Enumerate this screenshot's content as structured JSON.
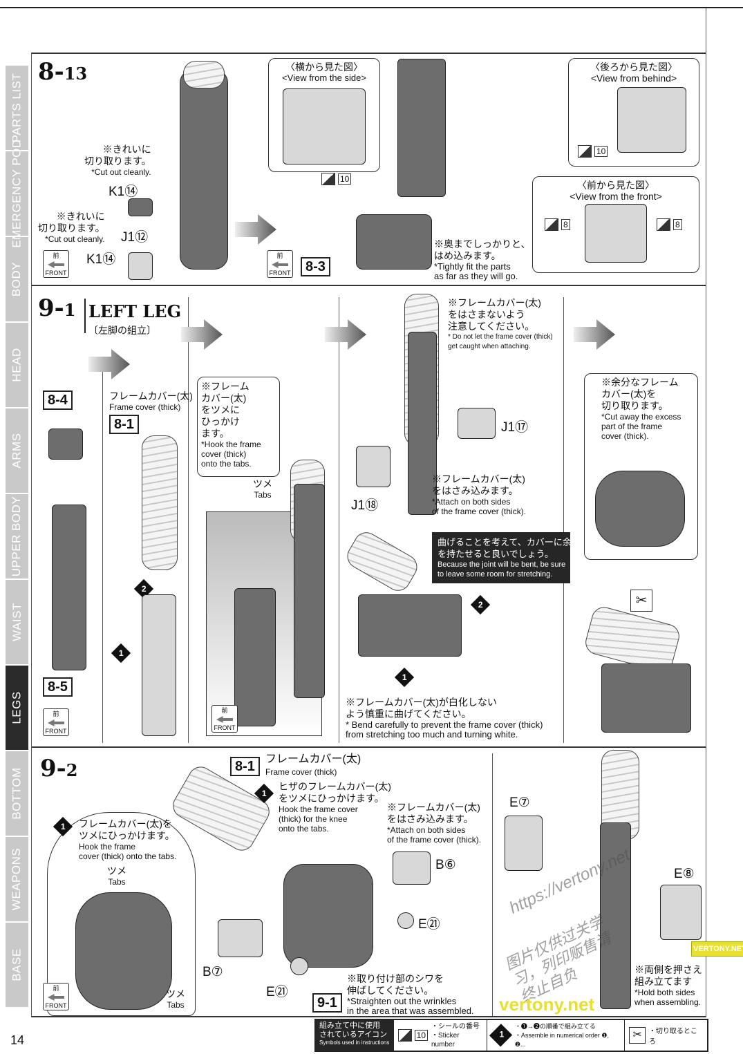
{
  "sidebar": {
    "tabs": [
      "PARTS LIST",
      "EMERGENCY POD",
      "BODY",
      "HEAD",
      "ARMS",
      "UPPER BODY",
      "WAIST",
      "LEGS",
      "BOTTOM",
      "WEAPONS",
      "BASE"
    ],
    "active": "LEGS"
  },
  "front": {
    "jp": "前",
    "en": "FRONT"
  },
  "s813": {
    "step": "8-",
    "sub": "13",
    "note1_jp": "※きれいに\n切り取ります。",
    "note1_en": "*Cut out cleanly.",
    "part_k1a": "K1⑭",
    "note2_jp": "※きれいに\n切り取ります。",
    "note2_en": "*Cut out cleanly.",
    "part_j1": "J1⑫",
    "part_k1b": "K1⑭",
    "side_jp": "〈横から見た図〉",
    "side_en": "<View from the side>",
    "sticker_side": "10",
    "ref": "8-3",
    "tight_jp": "※奥までしっかりと、\nはめ込みます。",
    "tight_en": "*Tightly fit the parts\nas far as they will go.",
    "behind_jp": "〈後ろから見た図〉",
    "behind_en": "<View from behind>",
    "sticker_behind": "10",
    "frontview_jp": "〈前から見た図〉",
    "frontview_en": "<View from the front>",
    "sticker_front_l": "8",
    "sticker_front_r": "8"
  },
  "s91": {
    "step": "9-",
    "sub": "1",
    "title": "LEFT LEG",
    "subtitle": "〔左脚の組立〕",
    "ref84": "8-4",
    "ref85": "8-5",
    "cover_jp": "フレームカバー(太)",
    "cover_en": "Frame cover (thick)",
    "ref81": "8-1",
    "n2": "2",
    "n1": "1",
    "hook_jp": "※フレーム\nカバー(太)\nをツメに\nひっかけ\nます。",
    "hook_en": "*Hook the frame\ncover (thick)\nonto the tabs.",
    "tabs_jp": "ツメ",
    "tabs_en": "Tabs",
    "catch_jp": "※フレームカバー(太)\nをはさまないよう\n注意してください。",
    "catch_en": "* Do not let the frame cover (thick)\nget caught when attaching.",
    "j117": "J1⑰",
    "j118": "J1⑱",
    "attach_jp": "※フレームカバー(太)\nをはさみ込みます。",
    "attach_en": "*Attach on both sides\nof the frame cover (thick).",
    "tip_jp": "曲げることを考えて、カバーに余裕\nを持たせると良いでしょう。",
    "tip_en": "Because the joint will be bent, be sure\nto leave some room for stretching.",
    "bend_jp": "※フレームカバー(太)が白化しない\nよう慎重に曲げてください。",
    "bend_en": "* Bend carefully to prevent the frame cover (thick)\nfrom stretching too much and turning white.",
    "excess_jp": "※余分なフレーム\nカバー(太)を\n切り取ります。",
    "excess_en": "*Cut away the excess\npart of the frame\ncover (thick)."
  },
  "s92": {
    "step": "9-",
    "sub": "2",
    "ref81": "8-1",
    "cover_jp": "フレームカバー(太)",
    "cover_en": "Frame cover (thick)",
    "hook_jp": "フレームカバー(太)を\nツメにひっかけます。",
    "hook_en": "Hook the frame\ncover (thick) onto the tabs.",
    "tabs_jp": "ツメ",
    "tabs_en": "Tabs",
    "knee_jp": "ヒザのフレームカバー(太)\nをツメにひっかけます。",
    "knee_en": "Hook the frame cover\n(thick) for the knee\nonto the tabs.",
    "attach_jp": "※フレームカバー(太)\nをはさみ込みます。",
    "attach_en": "*Attach on both sides\nof the frame cover (thick).",
    "b6": "B⑥",
    "e21a": "E㉑",
    "b7": "B⑦",
    "e21b": "E㉑",
    "ref91": "9-1",
    "e7": "E⑦",
    "e8": "E⑧",
    "wrinkle_jp": "※取り付け部のシワを\n伸ばしてください。",
    "wrinkle_en": "*Straighten out the wrinkles\nin the area that was assembled.",
    "hold_jp": "※両側を押さえ\n組み立てます",
    "hold_en": "*Hold both sides\nwhen assembling."
  },
  "legend": {
    "title_jp": "組み立て中に使用\nされているアイコン",
    "title_en": "Symbols used in instructions",
    "sticker_num": "10",
    "sticker_jp": "・シールの番号",
    "sticker_en": "・Sticker number",
    "order_jp": "・❶→❷の順番で組み立てる",
    "order_en": "・Assemble in numerical order ❶, ❷...",
    "cut_jp": "・切り取るところ"
  },
  "page_number": "14",
  "watermark": {
    "url": "https://vertony.net",
    "cn": "图片仅供过关学习，列印贩售请终止自负",
    "logo": "VERTONY.NET",
    "corner": "vertony.net"
  }
}
